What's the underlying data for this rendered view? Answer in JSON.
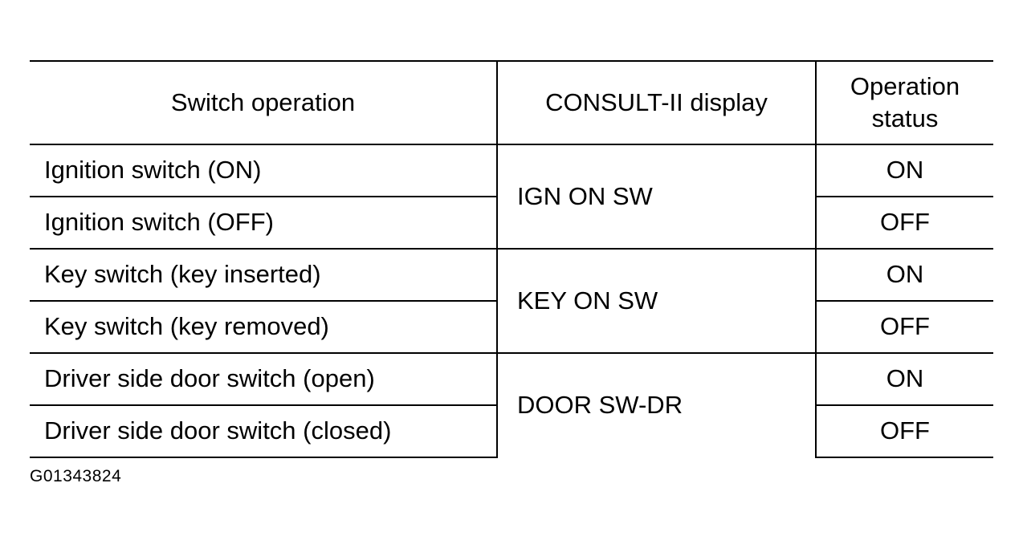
{
  "table": {
    "headers": {
      "switch_operation": "Switch operation",
      "consult_display": "CONSULT-II display",
      "operation_status_line1": "Operation",
      "operation_status_line2": "status"
    },
    "groups": [
      {
        "display": "IGN ON SW",
        "rows": [
          {
            "operation": "Ignition switch (ON)",
            "status": "ON"
          },
          {
            "operation": "Ignition switch (OFF)",
            "status": "OFF"
          }
        ]
      },
      {
        "display": "KEY ON SW",
        "rows": [
          {
            "operation": "Key switch (key inserted)",
            "status": "ON"
          },
          {
            "operation": "Key switch (key removed)",
            "status": "OFF"
          }
        ]
      },
      {
        "display": "DOOR SW-DR",
        "rows": [
          {
            "operation": "Driver side door switch (open)",
            "status": "ON"
          },
          {
            "operation": "Driver side door switch (closed)",
            "status": "OFF"
          }
        ]
      }
    ]
  },
  "figure_id": "G01343824"
}
